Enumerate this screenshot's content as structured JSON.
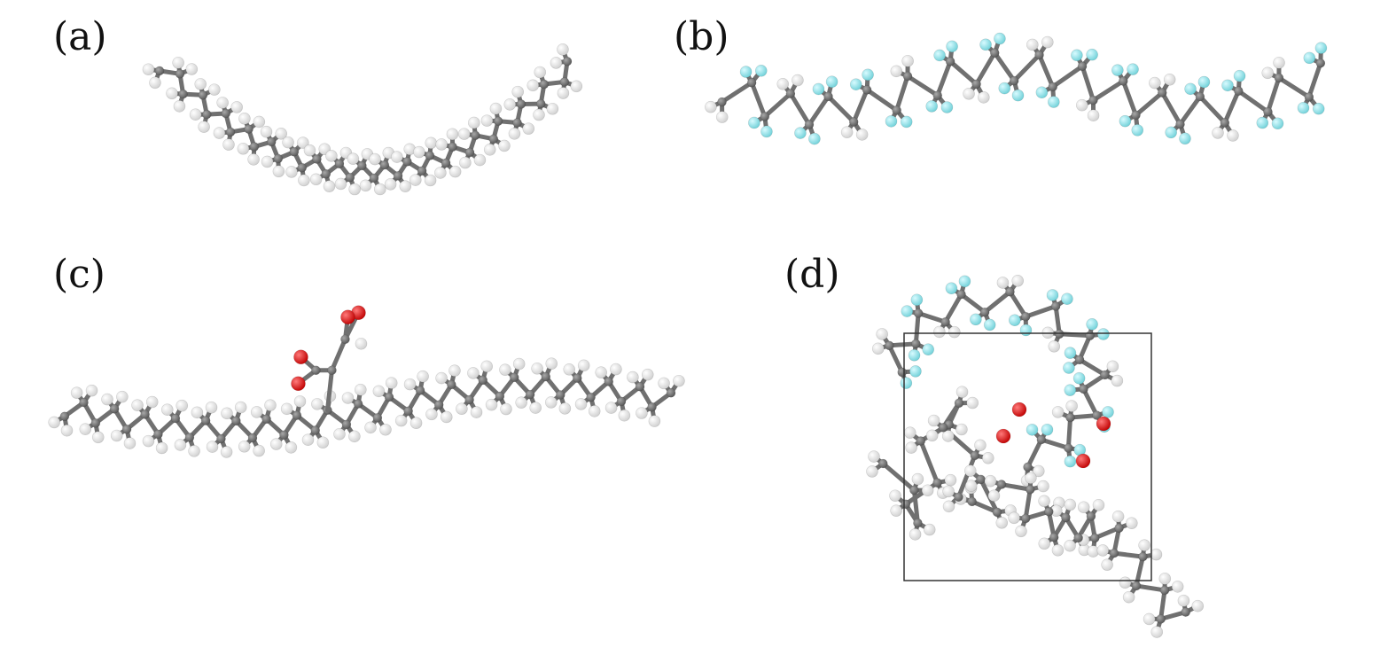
{
  "figure": {
    "panels": [
      {
        "id": "a",
        "label": "(a)",
        "molecule": "hydrocarbon-chain"
      },
      {
        "id": "b",
        "label": "(b)",
        "molecule": "partially-fluorinated-chain"
      },
      {
        "id": "c",
        "label": "(c)",
        "molecule": "branched-chain-with-carboxyl-groups"
      },
      {
        "id": "d",
        "label": "(d)",
        "molecule": "mixed-system-in-simulation-box"
      }
    ]
  },
  "atom_colors": {
    "carbon": "#6e6e6e",
    "hydrogen": "#f2f2f2",
    "fluorine": "#8fe0e6",
    "oxygen": "#e11a1a",
    "bond": "#707070",
    "box": "#333333"
  }
}
